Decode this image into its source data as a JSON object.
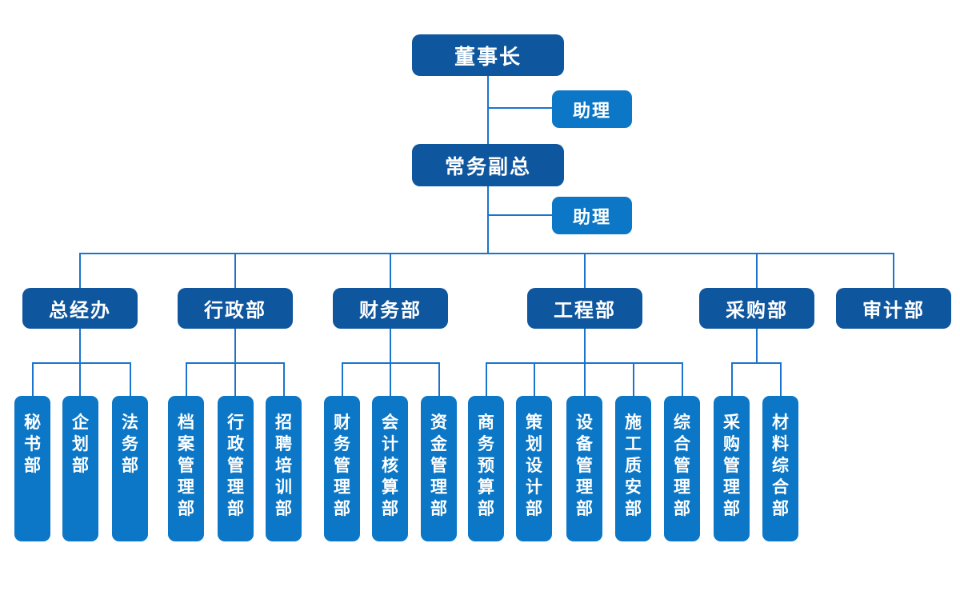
{
  "org_chart": {
    "root": {
      "label": "董事长",
      "assistant_label": "助理"
    },
    "deputy": {
      "label": "常务副总",
      "assistant_label": "助理"
    },
    "departments": [
      {
        "label": "总经办",
        "children": [
          "秘书部",
          "企划部",
          "法务部"
        ]
      },
      {
        "label": "行政部",
        "children": [
          "档案管理部",
          "行政管理部",
          "招聘培训部"
        ]
      },
      {
        "label": "财务部",
        "children": [
          "财务管理部",
          "会计核算部",
          "资金管理部"
        ]
      },
      {
        "label": "工程部",
        "children": [
          "商务预算部",
          "策划设计部",
          "设备管理部",
          "施工质安部",
          "综合管理部"
        ]
      },
      {
        "label": "采购部",
        "children": [
          "采购管理部",
          "材料综合部"
        ]
      },
      {
        "label": "审计部",
        "children": []
      }
    ]
  },
  "colors": {
    "dark_box": "#0E569E",
    "light_box": "#0B77C6",
    "connector": "#1B74CC",
    "text": "#FFFFFF",
    "background": "#FFFFFF"
  }
}
